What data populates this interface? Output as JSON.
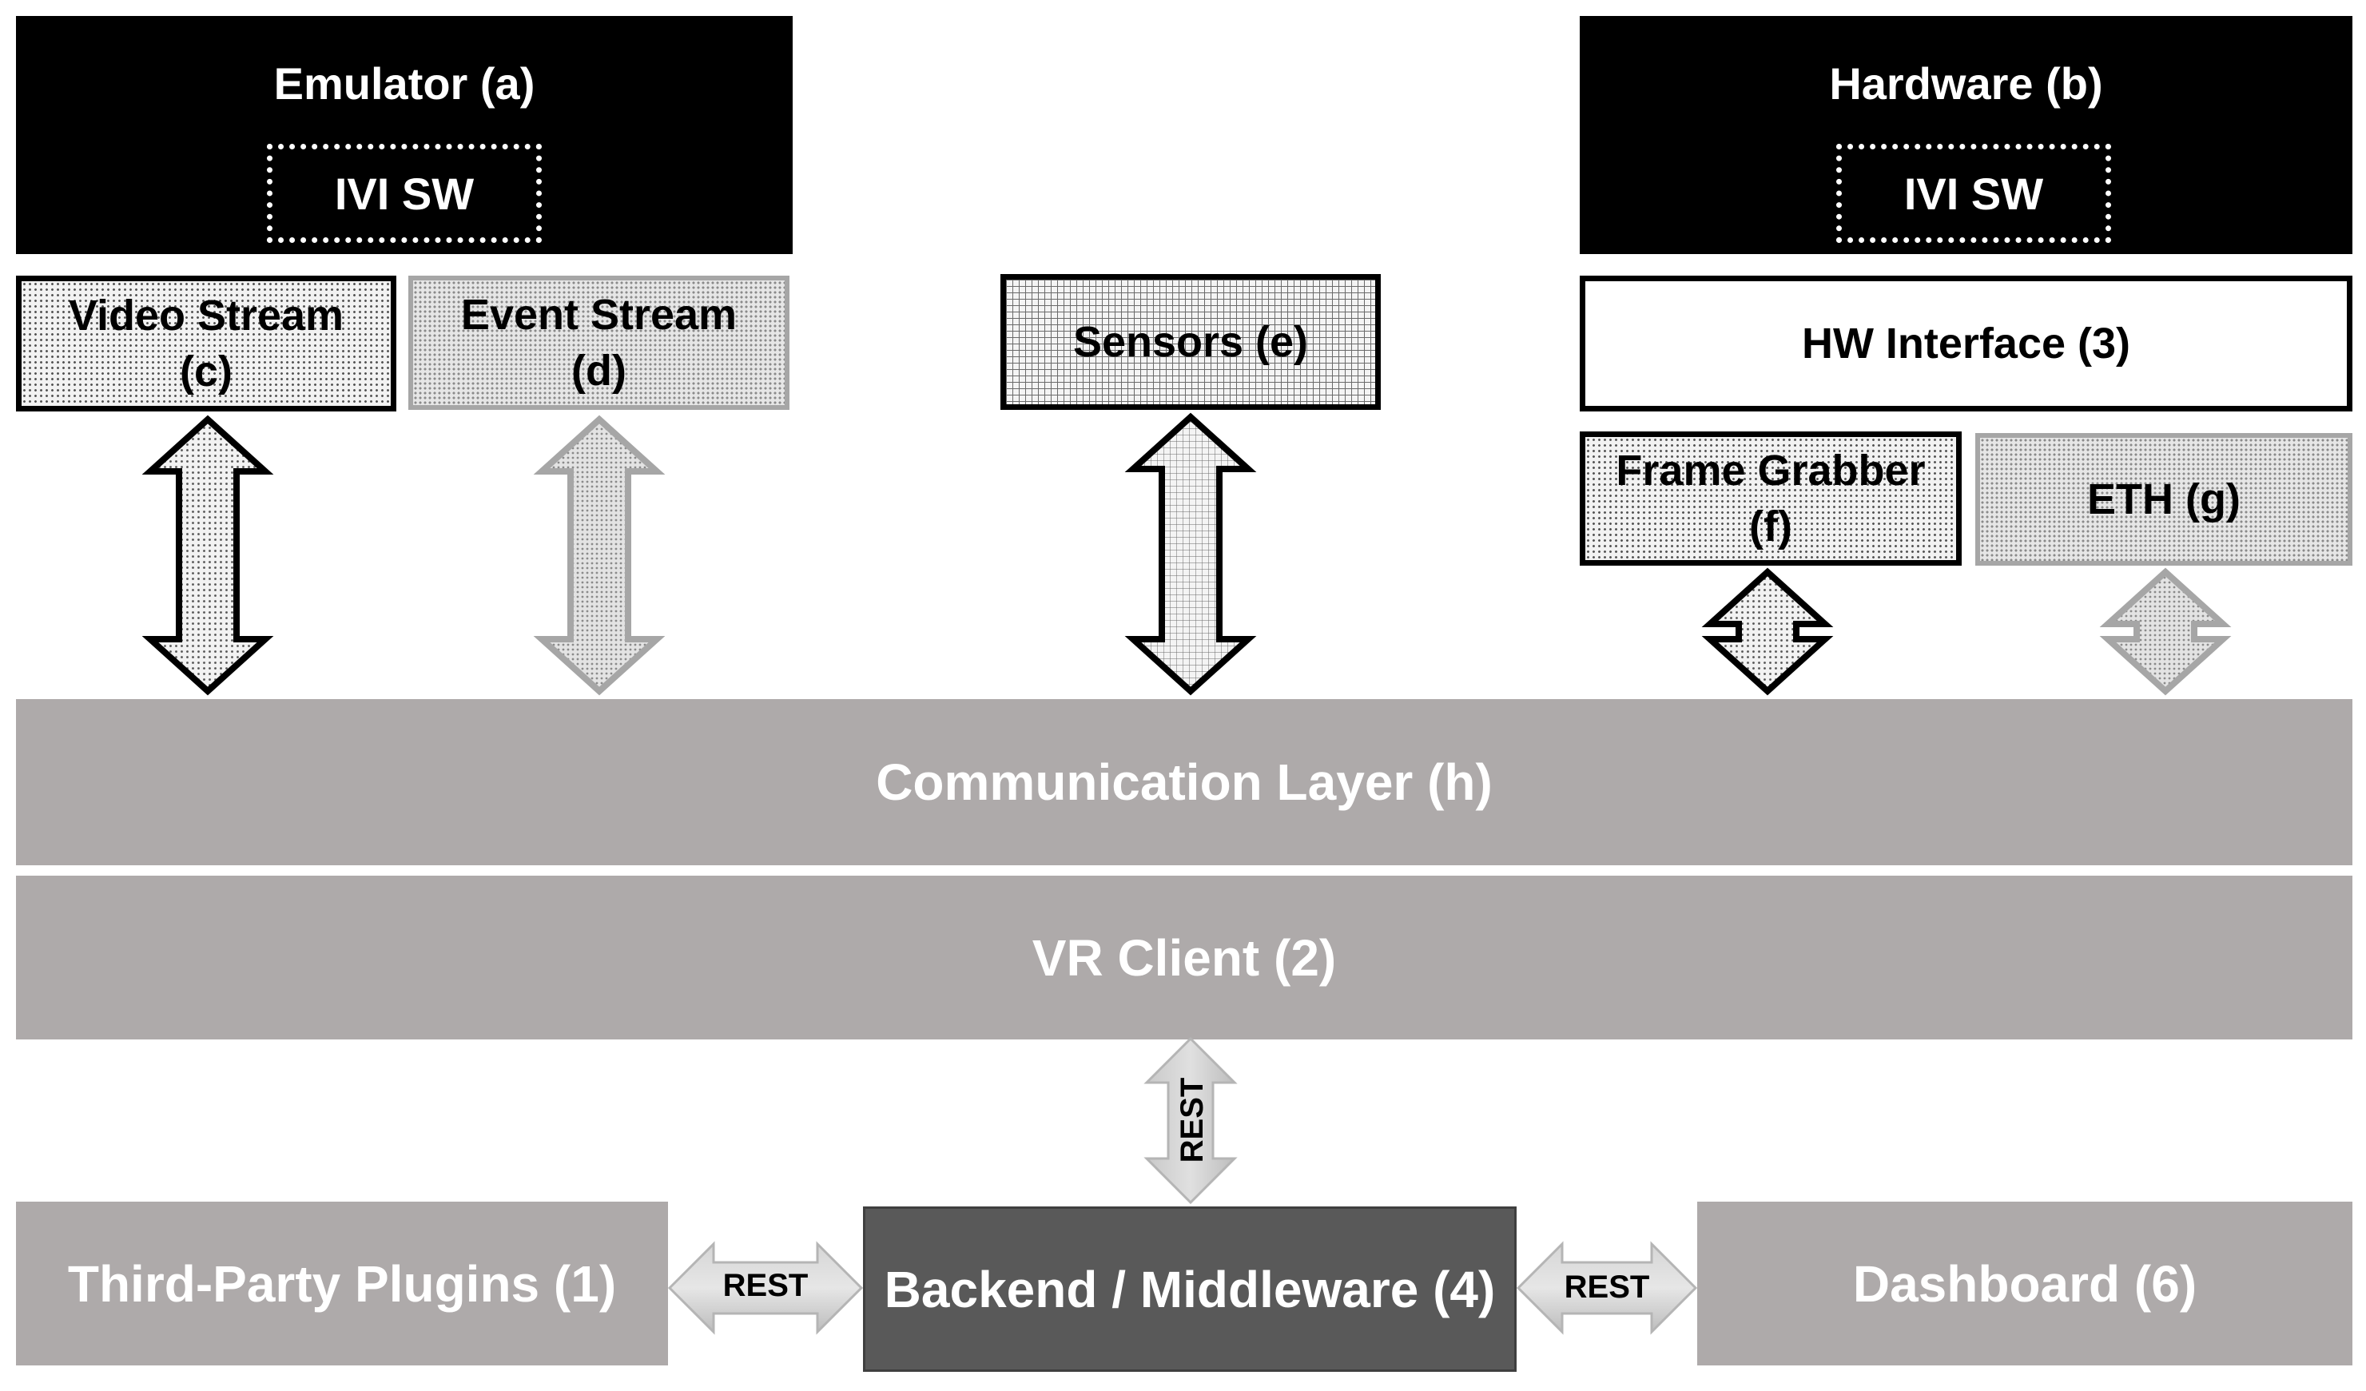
{
  "top": {
    "emulator": {
      "title": "Emulator (a)",
      "inner": "IVI SW"
    },
    "hardware": {
      "title": "Hardware (b)",
      "inner": "IVI SW"
    }
  },
  "streams": {
    "video_line1": "Video Stream",
    "video_line2": "(c)",
    "event_line1": "Event Stream",
    "event_line2": "(d)",
    "sensors": "Sensors (e)",
    "hw_interface": "HW Interface (3)",
    "frame_grabber_line1": "Frame Grabber",
    "frame_grabber_line2": "(f)",
    "eth": "ETH (g)"
  },
  "layers": {
    "communication": "Communication Layer (h)",
    "vr_client": "VR Client (2)"
  },
  "bottom": {
    "plugins": "Third-Party Plugins (1)",
    "backend": "Backend / Middleware (4)",
    "dashboard": "Dashboard (6)"
  },
  "connectors": {
    "rest_vertical": "REST",
    "rest_left": "REST",
    "rest_right": "REST"
  },
  "colors": {
    "black": "#000000",
    "layer_gray": "#aeaaaa",
    "backend_dark": "#595959"
  }
}
